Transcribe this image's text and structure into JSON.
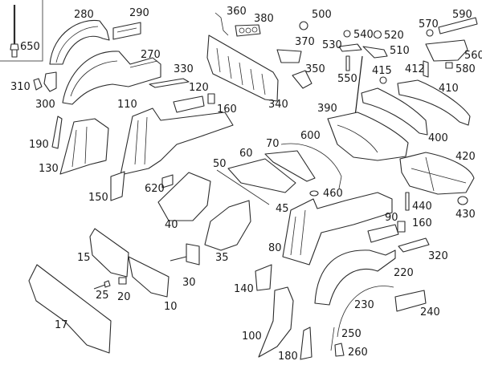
{
  "diagram": {
    "title": "Body shell / sheet-metal parts exploded view",
    "inset": {
      "label": "650"
    },
    "labels": {
      "p10": "10",
      "p15": "15",
      "p17": "17",
      "p20": "20",
      "p25": "25",
      "p30": "30",
      "p35": "35",
      "p40": "40",
      "p45": "45",
      "p50": "50",
      "p60": "60",
      "p70": "70",
      "p80": "80",
      "p90": "90",
      "p100": "100",
      "p110": "110",
      "p120": "120",
      "p130": "130",
      "p140": "140",
      "p150": "150",
      "p160a": "160",
      "p160b": "160",
      "p180": "180",
      "p190": "190",
      "p220": "220",
      "p230": "230",
      "p240": "240",
      "p250": "250",
      "p260": "260",
      "p270": "270",
      "p280": "280",
      "p290": "290",
      "p300": "300",
      "p310": "310",
      "p320": "320",
      "p330": "330",
      "p340": "340",
      "p350": "350",
      "p360": "360",
      "p370": "370",
      "p380": "380",
      "p390": "390",
      "p400": "400",
      "p410": "410",
      "p412": "412",
      "p415": "415",
      "p420": "420",
      "p430": "430",
      "p440": "440",
      "p460": "460",
      "p500": "500",
      "p510": "510",
      "p520": "520",
      "p530": "530",
      "p540": "540",
      "p550": "550",
      "p560": "560",
      "p570": "570",
      "p580": "580",
      "p590": "590",
      "p600": "600",
      "p620": "620"
    }
  }
}
